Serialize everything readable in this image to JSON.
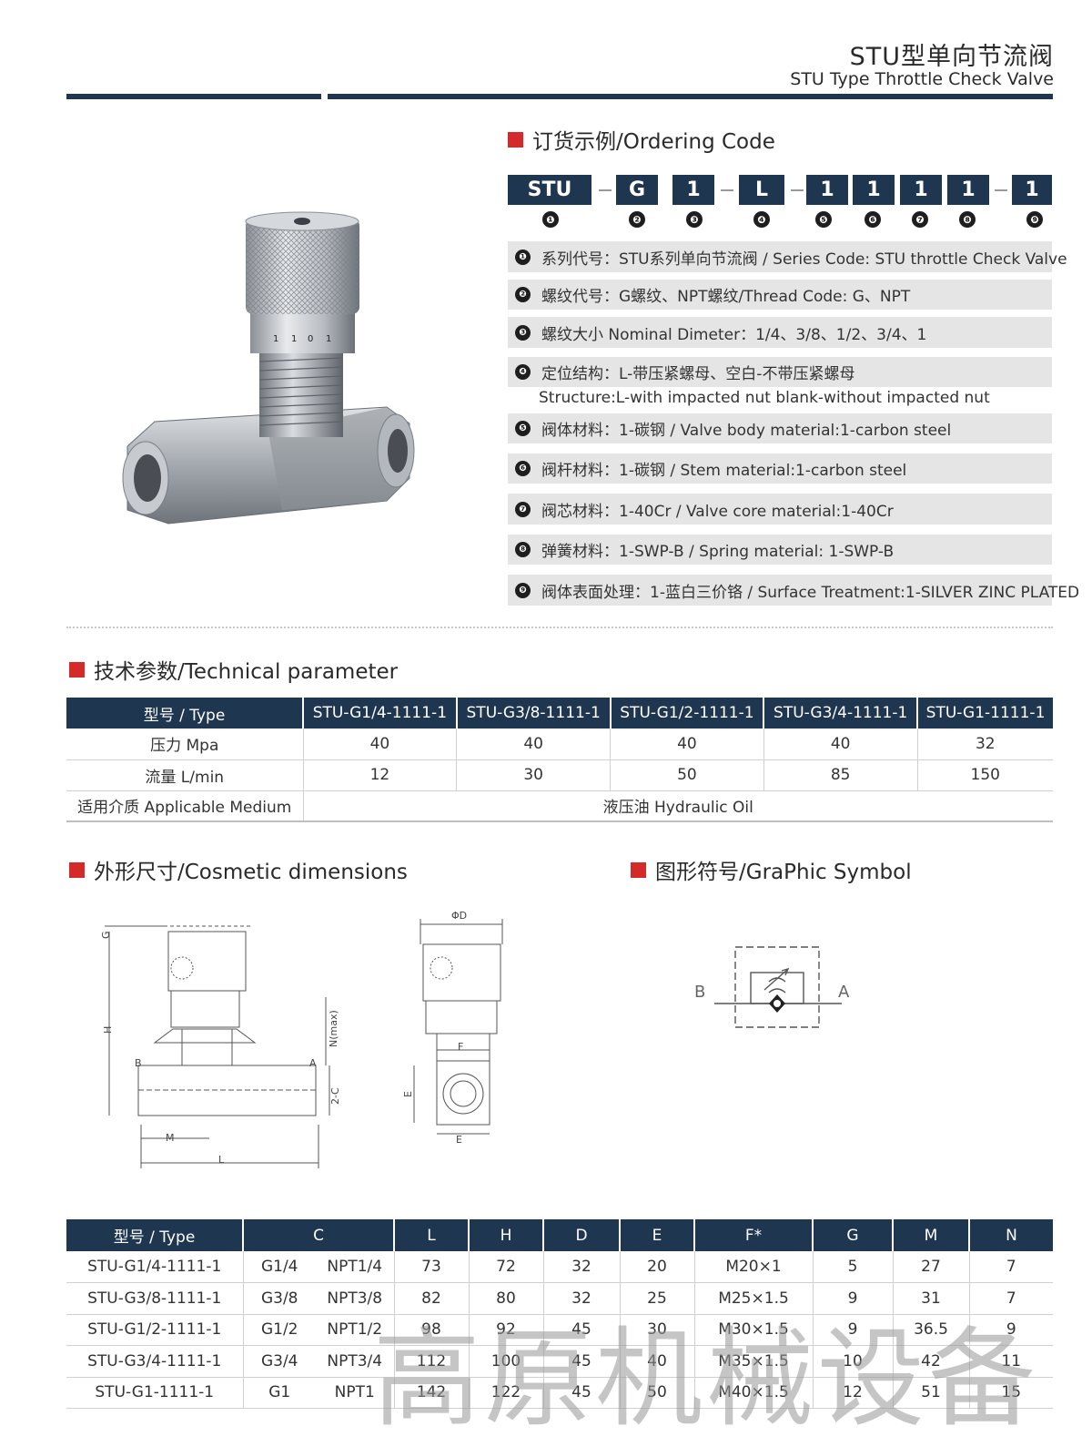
{
  "header": {
    "title_cn": "STU型单向节流阀",
    "title_en": "STU Type Throttle Check Valve"
  },
  "ordering": {
    "heading": "订货示例/Ordering Code",
    "codes": [
      "STU",
      "G",
      "1",
      "L",
      "1",
      "1",
      "1",
      "1",
      "1"
    ],
    "numbers": [
      "❶",
      "❷",
      "❸",
      "❹",
      "❺",
      "❻",
      "❼",
      "❽",
      "❾"
    ],
    "definitions": [
      {
        "num": "❶",
        "text": "系列代号：STU系列单向节流阀 / Series Code: STU throttle Check Valve"
      },
      {
        "num": "❷",
        "text": "螺纹代号：G螺纹、NPT螺纹/Thread Code: G、NPT"
      },
      {
        "num": "❸",
        "text": "螺纹大小 Nominal Dimeter：1/4、3/8、1/2、3/4、1"
      },
      {
        "num": "❹",
        "text": "定位结构：L-带压紧螺母、空白-不带压紧螺母"
      },
      {
        "num": "❺",
        "text": "阀体材料：1-碳钢 / Valve body material:1-carbon steel"
      },
      {
        "num": "❻",
        "text": "阀杆材料：1-碳钢 / Stem material:1-carbon steel"
      },
      {
        "num": "❼",
        "text": "阀芯材料：1-40Cr / Valve core material:1-40Cr"
      },
      {
        "num": "❽",
        "text": "弹簧材料：1-SWP-B / Spring material: 1-SWP-B"
      },
      {
        "num": "❾",
        "text": "阀体表面处理：1-蓝白三价铬 / Surface Treatment:1-SILVER ZINC PLATED"
      }
    ],
    "def4_sub": "Structure:L-with impacted nut    blank-without impacted nut"
  },
  "technical": {
    "heading": "技术参数/Technical parameter",
    "type_label": "型号 / Type",
    "models": [
      "STU-G1/4-1111-1",
      "STU-G3/8-1111-1",
      "STU-G1/2-1111-1",
      "STU-G3/4-1111-1",
      "STU-G1-1111-1"
    ],
    "rows": [
      {
        "label": "压力 Mpa",
        "values": [
          "40",
          "40",
          "40",
          "40",
          "32"
        ]
      },
      {
        "label": "流量 L/min",
        "values": [
          "12",
          "30",
          "50",
          "85",
          "150"
        ]
      }
    ],
    "medium_label": "适用介质 Applicable Medium",
    "medium_value": "液压油 Hydraulic Oil"
  },
  "cosmetic": {
    "heading": "外形尺寸/Cosmetic dimensions",
    "labels": {
      "G": "G",
      "H": "H",
      "N": "N(max)",
      "A": "A",
      "B": "B",
      "C2": "2-C",
      "M": "M",
      "L": "L",
      "D": "ΦD",
      "F": "F",
      "E": "E",
      "E2": "E"
    }
  },
  "symbol": {
    "heading": "图形符号/GraPhic Symbol",
    "port_b": "B",
    "port_a": "A"
  },
  "dimensions": {
    "headers": [
      "型号 / Type",
      "C",
      "L",
      "H",
      "D",
      "E",
      "F*",
      "G",
      "M",
      "N"
    ],
    "rows": [
      {
        "type": "STU-G1/4-1111-1",
        "c1": "G1/4",
        "c2": "NPT1/4",
        "L": "73",
        "H": "72",
        "D": "32",
        "E": "20",
        "F": "M20×1",
        "G": "5",
        "M": "27",
        "N": "7"
      },
      {
        "type": "STU-G3/8-1111-1",
        "c1": "G3/8",
        "c2": "NPT3/8",
        "L": "82",
        "H": "80",
        "D": "32",
        "E": "25",
        "F": "M25×1.5",
        "G": "9",
        "M": "31",
        "N": "7"
      },
      {
        "type": "STU-G1/2-1111-1",
        "c1": "G1/2",
        "c2": "NPT1/2",
        "L": "98",
        "H": "92",
        "D": "45",
        "E": "30",
        "F": "M30×1.5",
        "G": "9",
        "M": "36.5",
        "N": "9"
      },
      {
        "type": "STU-G3/4-1111-1",
        "c1": "G3/4",
        "c2": "NPT3/4",
        "L": "112",
        "H": "100",
        "D": "45",
        "E": "40",
        "F": "M35×1.5",
        "G": "10",
        "M": "42",
        "N": "11"
      },
      {
        "type": "STU-G1-1111-1",
        "c1": "G1",
        "c2": "NPT1",
        "L": "142",
        "H": "122",
        "D": "45",
        "E": "50",
        "F": "M40×1.5",
        "G": "12",
        "M": "51",
        "N": "15"
      }
    ]
  },
  "watermark": "高原机械设备",
  "colors": {
    "navy": "#1f3651",
    "red": "#d42a2a",
    "row_bg": "#e5e5e6"
  }
}
